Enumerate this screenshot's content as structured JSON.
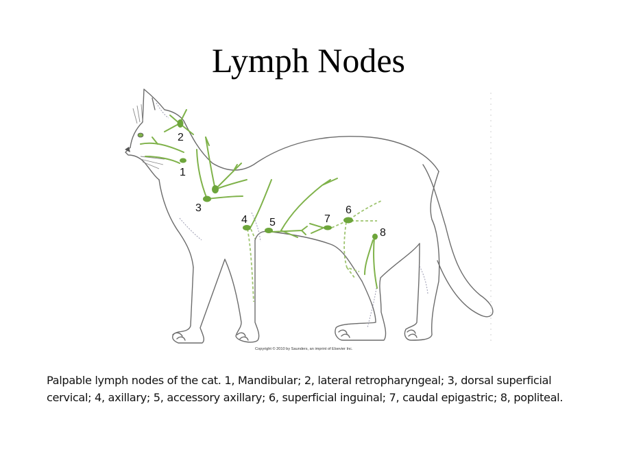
{
  "slide": {
    "title": "Lymph Nodes",
    "caption": "Palpable lymph nodes of the cat. 1, Mandibular; 2, lateral retropharyngeal; 3, dorsal superficial cervical; 4, axillary; 5, accessory axillary; 6, superficial inguinal; 7, caudal epigastric; 8, popliteal."
  },
  "figure": {
    "subject": "cat-lateral-view",
    "copyright": "Copyright © 2010 by Saunders, an imprint of Elsevier Inc.",
    "colors": {
      "outline": "#6b6b6b",
      "lymph": "#7fb24a",
      "node": "#6da53b"
    },
    "node_labels": [
      {
        "number": "1",
        "name": "Mandibular"
      },
      {
        "number": "2",
        "name": "lateral retropharyngeal"
      },
      {
        "number": "3",
        "name": "dorsal superficial cervical"
      },
      {
        "number": "4",
        "name": "axillary"
      },
      {
        "number": "5",
        "name": "accessory axillary"
      },
      {
        "number": "6",
        "name": "superficial inguinal"
      },
      {
        "number": "7",
        "name": "caudal epigastric"
      },
      {
        "number": "8",
        "name": "popliteal"
      }
    ]
  }
}
